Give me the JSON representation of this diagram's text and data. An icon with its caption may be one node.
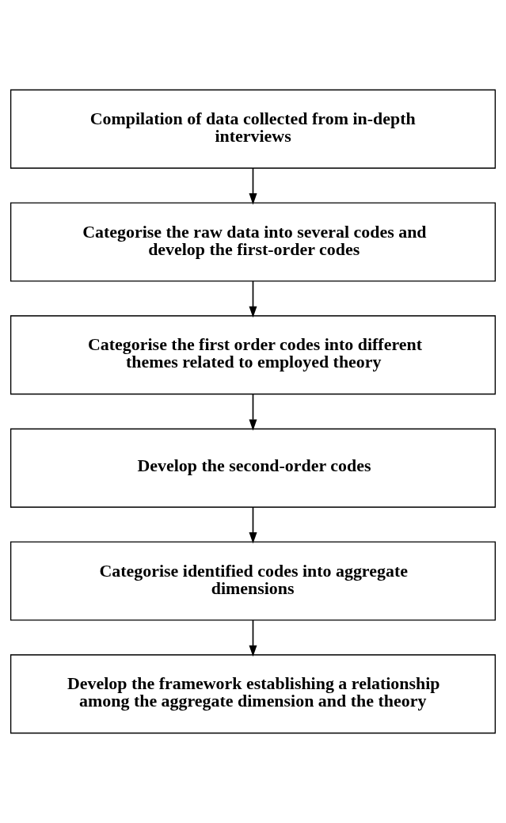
{
  "diagram": {
    "nodes": [
      {
        "text": [
          "Compilation of data collected from in-depth interviews"
        ]
      },
      {
        "text": [
          "Categorise the raw data into several codes and develop the first-order codes"
        ]
      },
      {
        "text": [
          "Categorise the first order codes into different themes related to employed theory"
        ]
      },
      {
        "text": [
          "Develop the second-order codes"
        ]
      },
      {
        "text": [
          "Categorise identified codes into aggregate dimensions"
        ]
      },
      {
        "text": [
          "Develop the framework establishing a relationship among the aggregate dimension and the theory"
        ]
      }
    ],
    "edges": [
      {
        "from": 0,
        "to": 1,
        "arrow": "to"
      },
      {
        "from": 1,
        "to": 2,
        "arrow": "to"
      },
      {
        "from": 2,
        "to": 3,
        "arrow": "to"
      },
      {
        "from": 3,
        "to": 4,
        "arrow": "to"
      },
      {
        "from": 4,
        "to": 5,
        "arrow": "to"
      }
    ]
  }
}
